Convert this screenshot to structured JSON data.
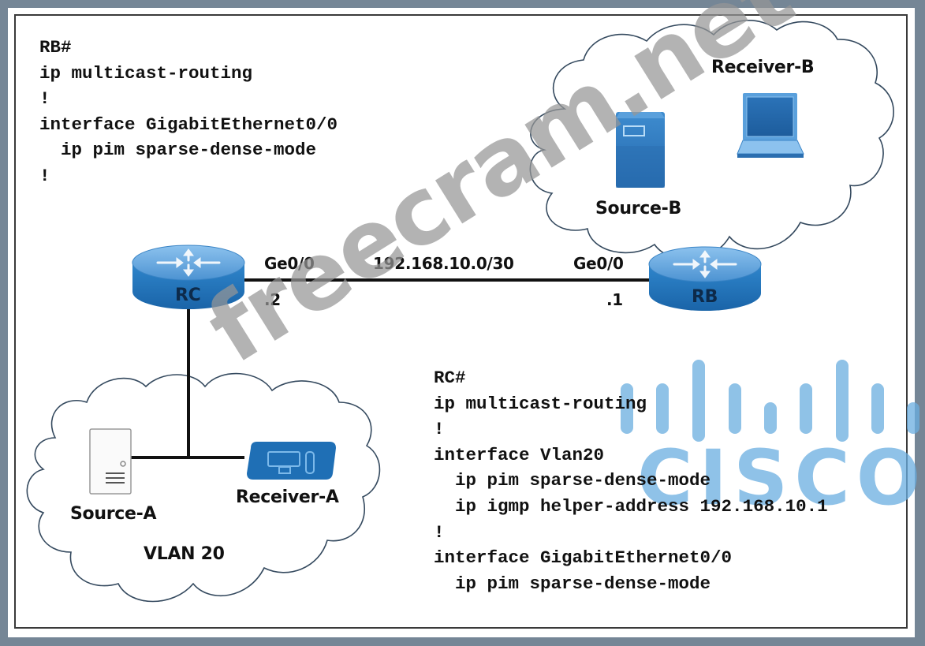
{
  "rb_config": {
    "lines": [
      "RB#",
      "ip multicast-routing",
      "!",
      "interface GigabitEthernet0/0",
      "  ip pim sparse-dense-mode",
      "!"
    ]
  },
  "rc_config": {
    "lines": [
      "RC#",
      "ip multicast-routing",
      "!",
      "interface Vlan20",
      "  ip pim sparse-dense-mode",
      "  ip igmp helper-address 192.168.10.1",
      "!",
      "interface GigabitEthernet0/0",
      "  ip pim sparse-dense-mode"
    ]
  },
  "topology": {
    "routers": [
      {
        "name": "RC",
        "icon": "router-icon"
      },
      {
        "name": "RB",
        "icon": "router-icon"
      }
    ],
    "link": {
      "subnet": "192.168.10.0/30",
      "rc_interface": "Ge0/0",
      "rc_address": ".2",
      "rb_interface": "Ge0/0",
      "rb_address": ".1"
    },
    "clouds": {
      "top_right": {
        "hosts": [
          {
            "name": "Source-B",
            "icon": "server-icon"
          },
          {
            "name": "Receiver-B",
            "icon": "laptop-icon"
          }
        ]
      },
      "bottom_left": {
        "label": "VLAN 20",
        "hosts": [
          {
            "name": "Source-A",
            "icon": "server-icon"
          },
          {
            "name": "Receiver-A",
            "icon": "workstation-icon"
          }
        ]
      }
    }
  },
  "overlays": {
    "watermark": "freecram.net",
    "logo_text": "CISCO"
  },
  "colors": {
    "device_blue": "#1f6fb5",
    "device_light": "#5fa3dc",
    "cisco_logo": "#6aaee0",
    "cloud_outline": "#34495e",
    "frame_bg": "#758696"
  }
}
